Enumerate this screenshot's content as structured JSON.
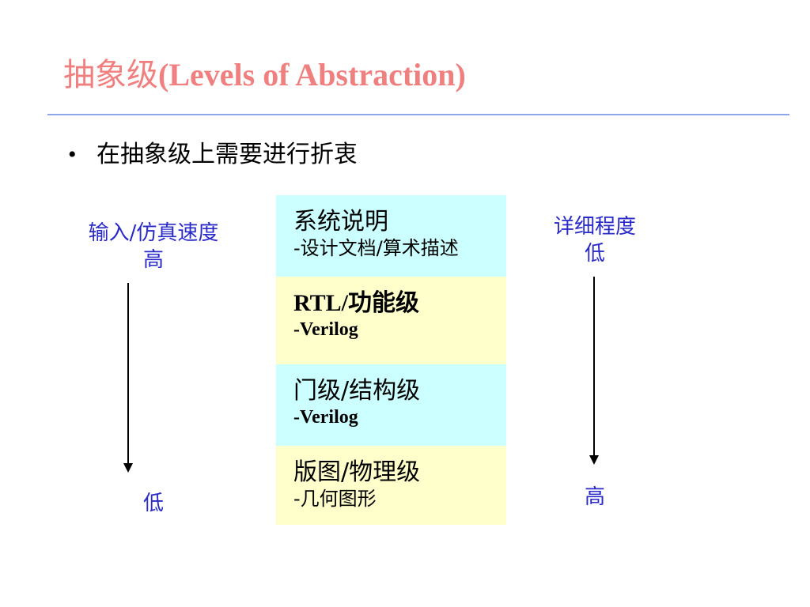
{
  "slide": {
    "title_cjk": "抽象级",
    "title_latin": "(Levels of Abstraction)",
    "bullet_symbol": "•",
    "bullet_text": "在抽象级上需要进行折衷"
  },
  "left_scale": {
    "label_line1": "输入/仿真速度",
    "label_line2": "高",
    "bottom_label": "低"
  },
  "right_scale": {
    "label_line1": "详细程度",
    "label_line2": "低",
    "bottom_label": "高"
  },
  "levels": [
    {
      "name": "系统说明",
      "desc": "-设计文档/算术描述",
      "latin_name": false,
      "latin_desc": false
    },
    {
      "name": "RTL/功能级",
      "desc": "-Verilog",
      "latin_name": true,
      "latin_desc": true
    },
    {
      "name": "门级/结构级",
      "desc": "-Verilog",
      "latin_name": false,
      "latin_desc": true
    },
    {
      "name": "版图/物理级",
      "desc": "-几何图形",
      "latin_name": false,
      "latin_desc": false
    }
  ],
  "colors": {
    "title": "#f08080",
    "rule": "#8ea6e8",
    "side_label": "#2a2ac8",
    "level_cyan": "#ccffff",
    "level_yellow": "#ffffcc"
  }
}
